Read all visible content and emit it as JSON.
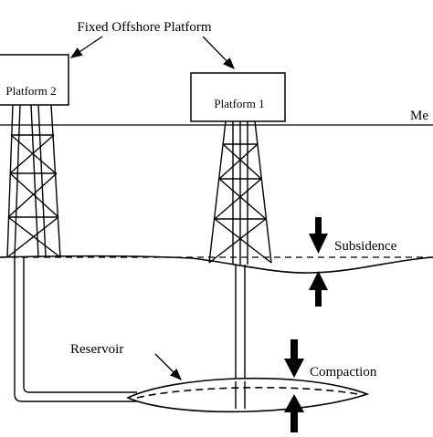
{
  "title_label": "Fixed Offshore Platform",
  "platform_2_label": "Platform 2",
  "platform_1_label": "Platform 1",
  "sea_level_label": "Me",
  "subsidence_label": "Subsidence",
  "reservoir_label": "Reservoir",
  "compaction_label": "Compaction",
  "colors": {
    "ink": "#000000",
    "background": "#ffffff"
  }
}
